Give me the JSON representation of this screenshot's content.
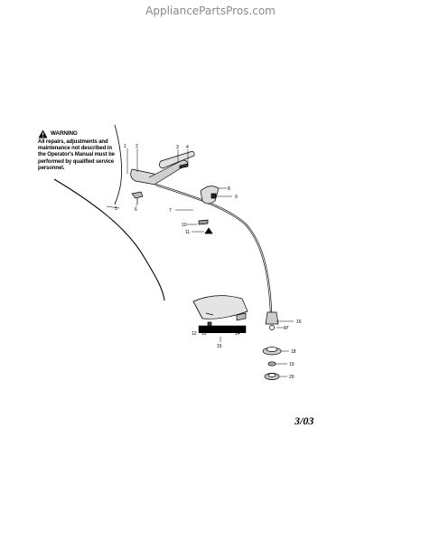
{
  "header": {
    "site_name": "AppliancePartsPros.com"
  },
  "warning": {
    "title": "WARNING",
    "text": "All repairs, adjustments and maintenance not described in the Operator's Manual must be performed by qualified service personnel.",
    "icon": "warning-triangle-icon"
  },
  "callouts": [
    "1",
    "2",
    "3",
    "4",
    "5",
    "6",
    "7",
    "8",
    "9",
    "10",
    "11",
    "12",
    "13",
    "14",
    "15",
    "16",
    "17",
    "18",
    "19",
    "20"
  ],
  "revision": "3/03"
}
